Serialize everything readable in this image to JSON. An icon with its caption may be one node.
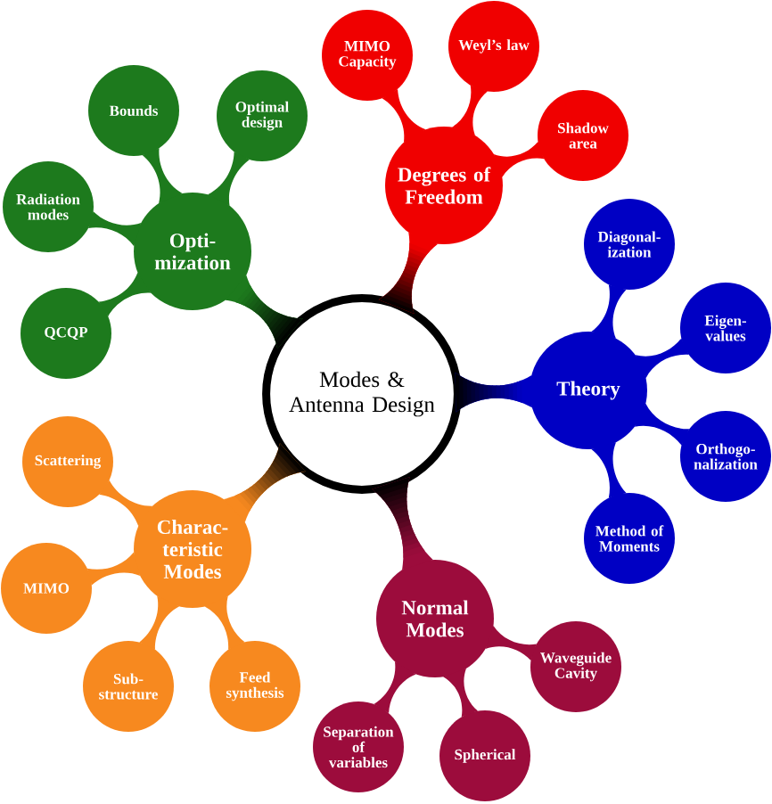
{
  "diagram": {
    "nodes": [
      {
        "text": [
          "Modes & Antenna Design"
        ]
      },
      {
        "text": [
          "Degrees of Freedom"
        ]
      },
      {
        "text": [
          "MIMO Capacity"
        ]
      },
      {
        "text": [
          "Weyl’s law"
        ]
      },
      {
        "text": [
          "Shadow area"
        ]
      },
      {
        "text": [
          "Theory"
        ]
      },
      {
        "text": [
          "Diagonal- ization"
        ]
      },
      {
        "text": [
          "Eigen- values"
        ]
      },
      {
        "text": [
          "Orthogo- nalization"
        ]
      },
      {
        "text": [
          "Method of Moments"
        ]
      },
      {
        "text": [
          "Normal Modes"
        ]
      },
      {
        "text": [
          "Waveguide Cavity"
        ]
      },
      {
        "text": [
          "Spherical"
        ]
      },
      {
        "text": [
          "Separation of variables"
        ]
      },
      {
        "text": [
          "Charac- teristic Modes"
        ]
      },
      {
        "text": [
          "Scattering"
        ]
      },
      {
        "text": [
          "MIMO"
        ]
      },
      {
        "text": [
          "Sub- structure"
        ]
      },
      {
        "text": [
          "Feed synthesis"
        ]
      },
      {
        "text": [
          "Opti- mization"
        ]
      },
      {
        "text": [
          "Bounds"
        ]
      },
      {
        "text": [
          "Optimal design"
        ]
      },
      {
        "text": [
          "Radiation modes"
        ]
      },
      {
        "text": [
          "QCQP"
        ]
      }
    ],
    "edges": [
      {
        "from": 0,
        "to": 1,
        "arrow": "none",
        "color": "#f00000"
      },
      {
        "from": 1,
        "to": 2,
        "arrow": "none",
        "color": "#f00000"
      },
      {
        "from": 1,
        "to": 3,
        "arrow": "none",
        "color": "#f00000"
      },
      {
        "from": 1,
        "to": 4,
        "arrow": "none",
        "color": "#f00000"
      },
      {
        "from": 0,
        "to": 5,
        "arrow": "none",
        "color": "#0000c4"
      },
      {
        "from": 5,
        "to": 6,
        "arrow": "none",
        "color": "#0000c4"
      },
      {
        "from": 5,
        "to": 7,
        "arrow": "none",
        "color": "#0000c4"
      },
      {
        "from": 5,
        "to": 8,
        "arrow": "none",
        "color": "#0000c4"
      },
      {
        "from": 5,
        "to": 9,
        "arrow": "none",
        "color": "#0000c4"
      },
      {
        "from": 0,
        "to": 10,
        "arrow": "none",
        "color": "#9c0c3c"
      },
      {
        "from": 10,
        "to": 11,
        "arrow": "none",
        "color": "#9c0c3c"
      },
      {
        "from": 10,
        "to": 12,
        "arrow": "none",
        "color": "#9c0c3c"
      },
      {
        "from": 10,
        "to": 13,
        "arrow": "none",
        "color": "#9c0c3c"
      },
      {
        "from": 0,
        "to": 14,
        "arrow": "none",
        "color": "#f7891f"
      },
      {
        "from": 14,
        "to": 15,
        "arrow": "none",
        "color": "#f7891f"
      },
      {
        "from": 14,
        "to": 16,
        "arrow": "none",
        "color": "#f7891f"
      },
      {
        "from": 14,
        "to": 17,
        "arrow": "none",
        "color": "#f7891f"
      },
      {
        "from": 14,
        "to": 18,
        "arrow": "none",
        "color": "#f7891f"
      },
      {
        "from": 0,
        "to": 19,
        "arrow": "none",
        "color": "#1d7a1d"
      },
      {
        "from": 19,
        "to": 20,
        "arrow": "none",
        "color": "#1d7a1d"
      },
      {
        "from": 19,
        "to": 21,
        "arrow": "none",
        "color": "#1d7a1d"
      },
      {
        "from": 19,
        "to": 22,
        "arrow": "none",
        "color": "#1d7a1d"
      },
      {
        "from": 19,
        "to": 23,
        "arrow": "none",
        "color": "#1d7a1d"
      }
    ]
  }
}
